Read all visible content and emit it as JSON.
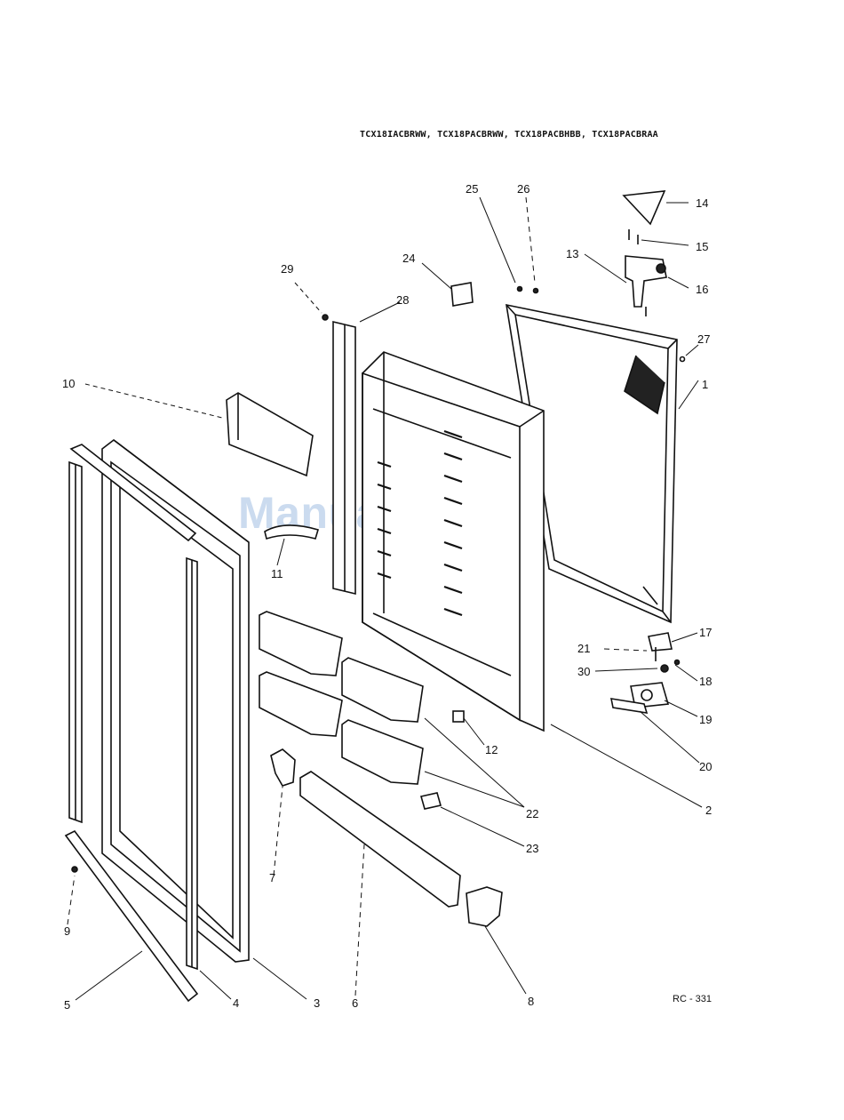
{
  "header": {
    "model_numbers": "TCX18IACBRWW, TCX18PACBRWW, TCX18PACBHBB, TCX18PACBRAA"
  },
  "watermark": "ManualsLib.com",
  "figure_code": "RC - 331",
  "callouts": {
    "c1": "1",
    "c2": "2",
    "c3": "3",
    "c4": "4",
    "c5": "5",
    "c6": "6",
    "c7": "7",
    "c8": "8",
    "c9": "9",
    "c10": "10",
    "c11": "11",
    "c12": "12",
    "c13": "13",
    "c14": "14",
    "c15": "15",
    "c16": "16",
    "c17": "17",
    "c18": "18",
    "c19": "19",
    "c20": "20",
    "c21": "21",
    "c22": "22",
    "c23": "23",
    "c24": "24",
    "c25": "25",
    "c26": "26",
    "c27": "27",
    "c28": "28",
    "c29": "29",
    "c30": "30"
  }
}
